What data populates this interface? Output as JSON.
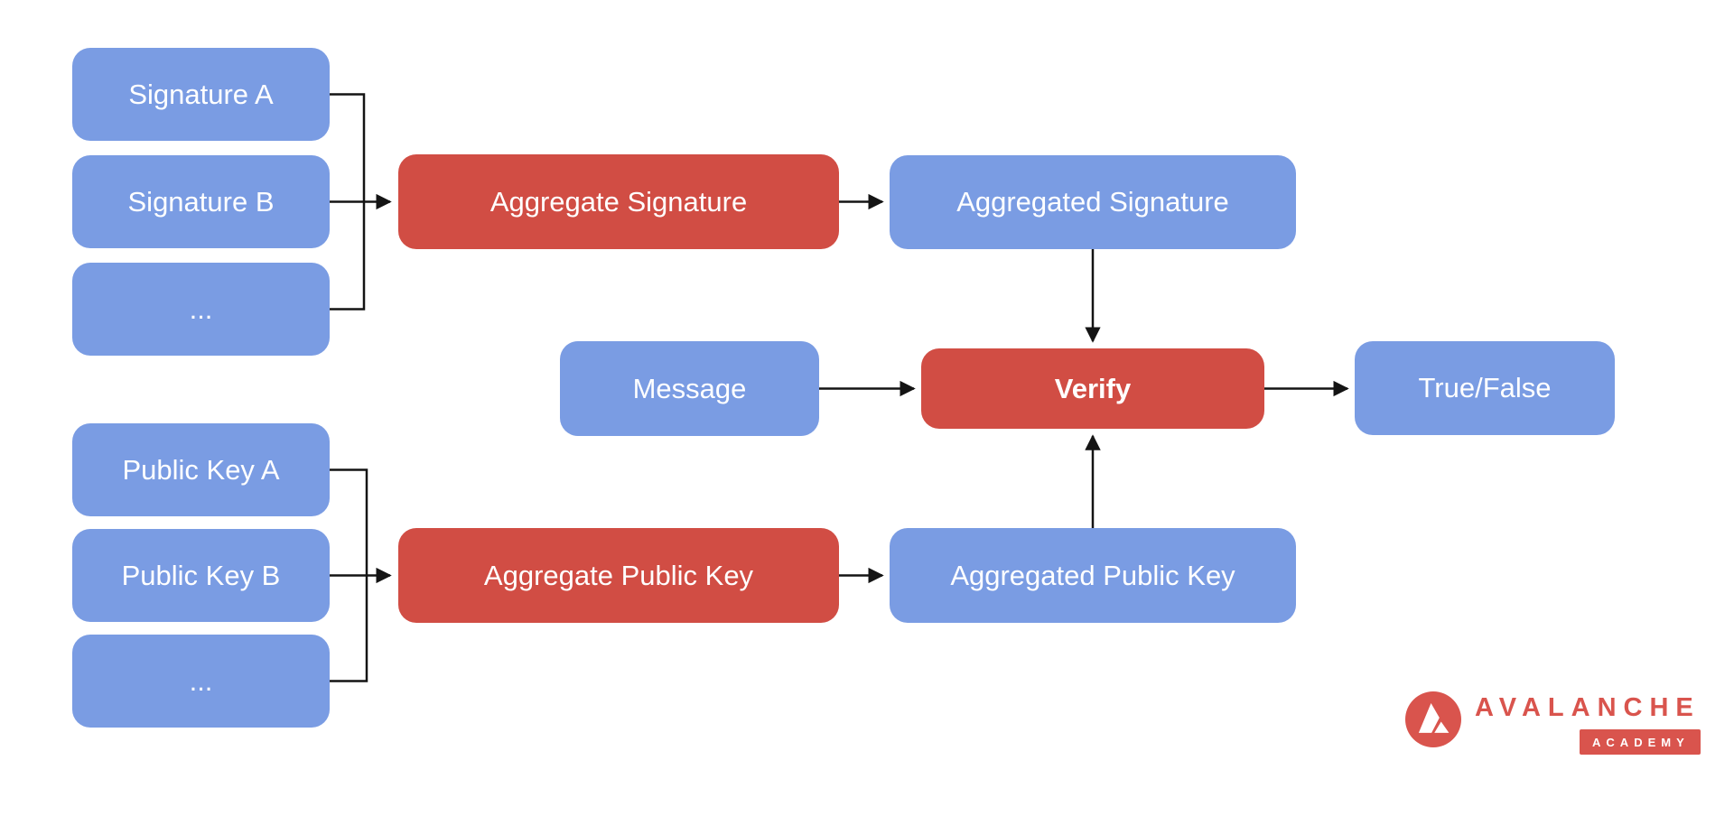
{
  "colors": {
    "blue": "#7a9ce3",
    "red": "#d14d44",
    "line": "#141414",
    "logo_red": "#d9544d"
  },
  "nodes": {
    "sig_a": {
      "label": "Signature A"
    },
    "sig_b": {
      "label": "Signature B"
    },
    "sig_more": {
      "label": "..."
    },
    "agg_sig": {
      "label": "Aggregate Signature"
    },
    "agged_sig": {
      "label": "Aggregated Signature"
    },
    "message": {
      "label": "Message"
    },
    "verify": {
      "label": "Verify"
    },
    "true_false": {
      "label": "True/False"
    },
    "pk_a": {
      "label": "Public Key A"
    },
    "pk_b": {
      "label": "Public Key B"
    },
    "pk_more": {
      "label": "..."
    },
    "agg_pk": {
      "label": "Aggregate Public Key"
    },
    "agged_pk": {
      "label": "Aggregated Public Key"
    }
  },
  "logo": {
    "brand": "AVALANCHE",
    "badge": "ACADEMY"
  }
}
